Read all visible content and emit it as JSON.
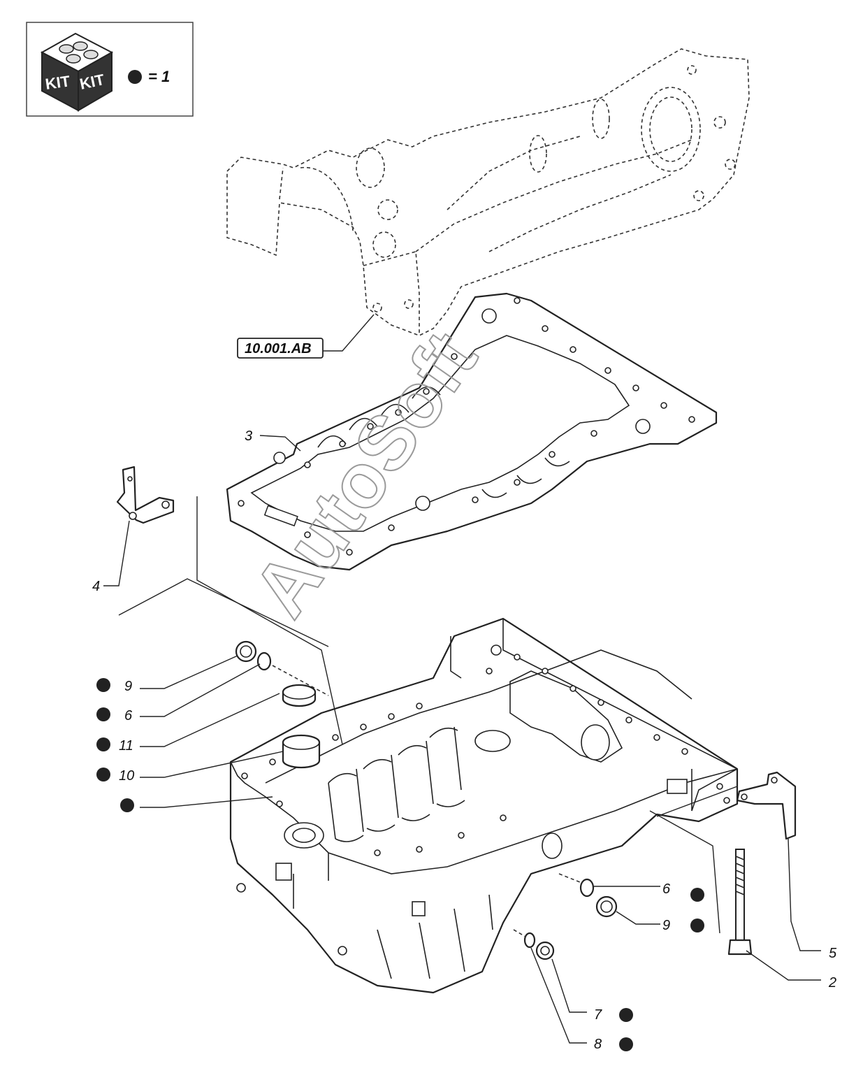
{
  "legend": {
    "kit_label_1": "KIT",
    "kit_label_2": "KIT",
    "equals_text": "= 1",
    "kit_icon": "kit-box-icon",
    "bullet_icon": "filled-circle-icon"
  },
  "reference": {
    "label": "10.001.AB"
  },
  "watermark": {
    "text": "AutoSoft"
  },
  "callouts": [
    {
      "id": "c3",
      "label": "3",
      "kit": false
    },
    {
      "id": "c4",
      "label": "4",
      "kit": false
    },
    {
      "id": "c9a",
      "label": "9",
      "kit": true
    },
    {
      "id": "c6a",
      "label": "6",
      "kit": true
    },
    {
      "id": "c11",
      "label": "11",
      "kit": true
    },
    {
      "id": "c10",
      "label": "10",
      "kit": true
    },
    {
      "id": "cpan",
      "label": "",
      "kit": true
    },
    {
      "id": "c6b",
      "label": "6",
      "kit": true
    },
    {
      "id": "c9b",
      "label": "9",
      "kit": true
    },
    {
      "id": "c5",
      "label": "5",
      "kit": false
    },
    {
      "id": "c2",
      "label": "2",
      "kit": false
    },
    {
      "id": "c7",
      "label": "7",
      "kit": true
    },
    {
      "id": "c8",
      "label": "8",
      "kit": true
    }
  ],
  "colors": {
    "line": "#222222",
    "kit_dot": "#222222",
    "watermark": "#9a9a9a"
  }
}
